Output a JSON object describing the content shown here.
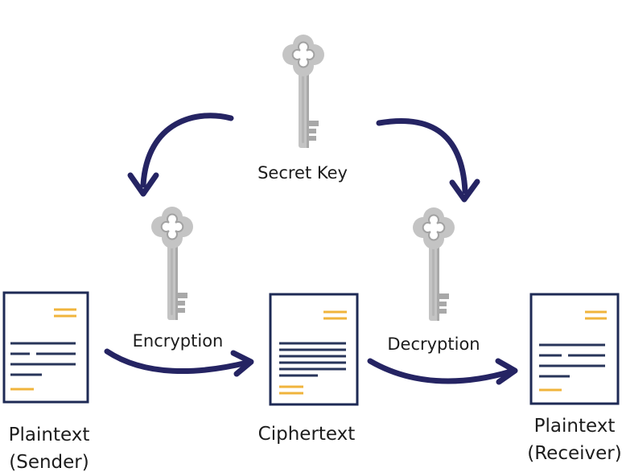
{
  "labels": {
    "secret_key": "Secret Key",
    "encryption": "Encryption",
    "decryption": "Decryption",
    "plaintext_sender_line1": "Plaintext",
    "plaintext_sender_line2": "(Sender)",
    "ciphertext": "Ciphertext",
    "plaintext_receiver_line1": "Plaintext",
    "plaintext_receiver_line2": "(Receiver)"
  },
  "colors": {
    "arrow": "#252463",
    "doc_border": "#1e2a55",
    "doc_text_line": "#28355a",
    "doc_accent": "#f0b43c",
    "key_light": "#c4c4c4",
    "key_dark": "#9e9e9e",
    "text": "#1c1c1c"
  },
  "icons": {
    "key": "key-icon",
    "document": "document-icon",
    "arrow": "curved-arrow-icon"
  }
}
